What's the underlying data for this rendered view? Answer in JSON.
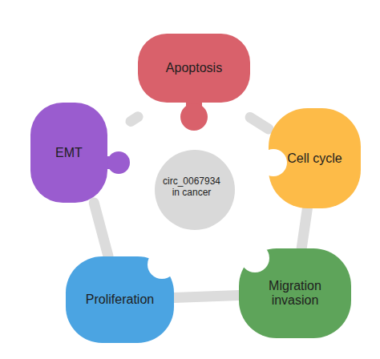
{
  "diagram": {
    "nodes": [
      {
        "text": [
          "Apoptosis"
        ]
      },
      {
        "text": [
          "EMT"
        ]
      },
      {
        "text": [
          "circ_0067934 in cancer"
        ]
      },
      {
        "text": [
          "Cell cycle"
        ]
      },
      {
        "text": [
          "Proliferation"
        ]
      },
      {
        "text": [
          "Migration invasion"
        ]
      }
    ],
    "edges": [
      {
        "from": 0,
        "to": 3,
        "arrow": "none"
      },
      {
        "from": 3,
        "to": 5,
        "arrow": "none"
      },
      {
        "from": 5,
        "to": 4,
        "arrow": "none"
      },
      {
        "from": 4,
        "to": 1,
        "arrow": "none"
      },
      {
        "from": 1,
        "to": 0,
        "arrow": "none"
      }
    ]
  }
}
